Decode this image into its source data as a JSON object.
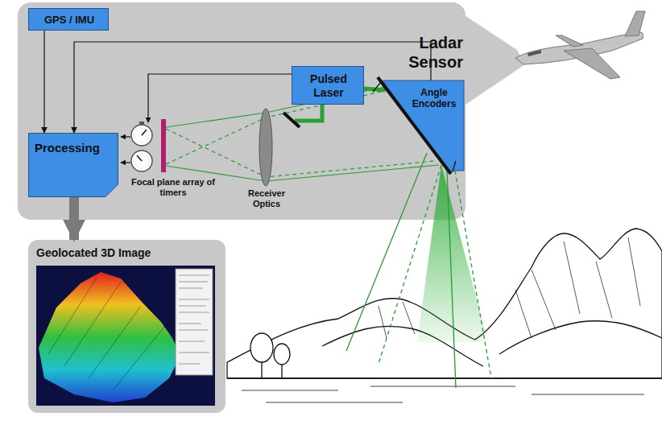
{
  "diagram": {
    "nodes": [
      {
        "text": [
          "Ladar Sensor"
        ]
      },
      {
        "text": [
          "GPS / IMU"
        ],
        "in": 0
      },
      {
        "text": [
          "Processing"
        ],
        "in": 0
      },
      {
        "text": [
          "Pulsed Laser"
        ],
        "in": 0
      },
      {
        "text": [
          "Angle Encoders"
        ],
        "in": 0
      },
      {
        "text": [
          "Geolocated 3D Image"
        ]
      }
    ],
    "edges": [
      {
        "from": 1,
        "to": 2,
        "arrow": "to"
      },
      {
        "from": 4,
        "to": 2,
        "arrow": "to"
      },
      {
        "from": 2,
        "to": 5,
        "arrow": "to"
      }
    ],
    "labels": [
      "Focal plane array of timers",
      "Receiver Optics"
    ]
  }
}
